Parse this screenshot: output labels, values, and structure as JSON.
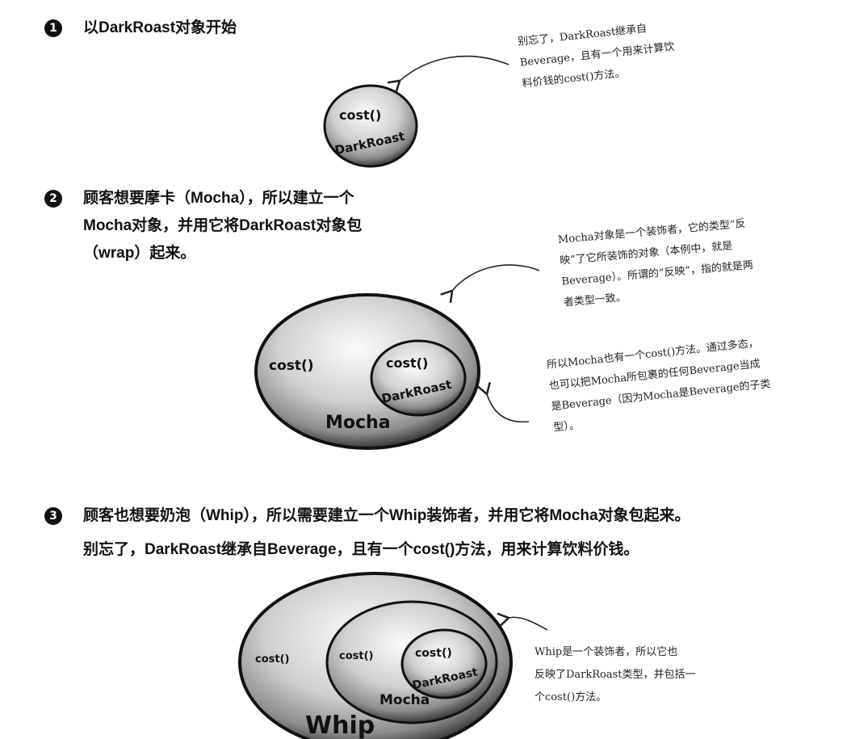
{
  "steps": [
    {
      "num": "1",
      "text": "以DarkRoast对象开始"
    },
    {
      "num": "2",
      "text": "顾客想要摩卡（Mocha），所以建立一个\nMocha对象，并用它将DarkRoast对象包\n（wrap）起来。"
    },
    {
      "num": "3",
      "text": "顾客也想要奶泡（Whip），所以需要建立一个Whip装饰者，并用它将Mocha对象包起来。\n别忘了，DarkRoast继承自Beverage，且有一个cost()方法，用来计算饮料价钱。"
    }
  ],
  "notes": {
    "note1": "别忘了，DarkRoast继承自\nBeverage，且有一个用来计算饮\n料价钱的cost()方法。",
    "note2a": "Mocha对象是一个装饰者，它的类型“反\n映”了它所装饰的对象（本例中，就是\nBeverage）。所谓的“反映”，指的就是两\n者类型一致。",
    "note2b": "所以Mocha也有一个cost()方法。通过多态，\n也可以把Mocha所包裹的任何Beverage当成\n是Beverage（因为Mocha是Beverage的子类\n型）。",
    "note3": "Whip是一个装饰者，所以它也\n反映了DarkRoast类型，并包括一\n个cost()方法。"
  },
  "diagram1": {
    "method": "cost()",
    "inner": "DarkRoast"
  },
  "diagram2": {
    "method": "cost()",
    "inner_method": "cost()",
    "inner": "DarkRoast",
    "outer": "Mocha"
  },
  "diagram3": {
    "method": "cost()",
    "middle_method": "cost()",
    "inner_method": "cost()",
    "inner": "DarkRoast",
    "middle": "Mocha",
    "outer": "Whip"
  }
}
